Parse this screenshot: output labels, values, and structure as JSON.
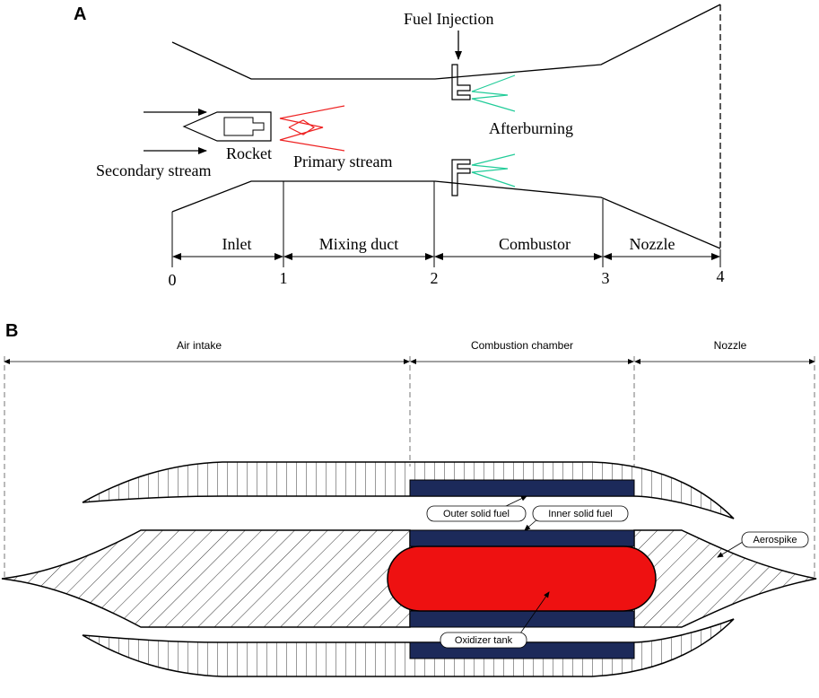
{
  "panel_a": {
    "letter": "A",
    "labels": {
      "fuel_injection": "Fuel Injection",
      "afterburning": "Afterburning",
      "rocket": "Rocket",
      "primary_stream": "Primary stream",
      "secondary_stream": "Secondary stream"
    },
    "sections": [
      "Inlet",
      "Mixing duct",
      "Combustor",
      "Nozzle"
    ],
    "stations": [
      "0",
      "1",
      "2",
      "3",
      "4"
    ]
  },
  "panel_b": {
    "letter": "B",
    "sections": [
      "Air intake",
      "Combustion chamber",
      "Nozzle"
    ],
    "callouts": {
      "outer_fuel": "Outer solid fuel",
      "inner_fuel": "Inner solid fuel",
      "oxidizer": "Oxidizer tank",
      "aerospike": "Aerospike"
    }
  },
  "colors": {
    "flame_primary": "#ee2222",
    "flame_afterburn": "#22cc99",
    "solid_fuel": "#1c2a5a",
    "oxidizer": "#ee1111"
  }
}
